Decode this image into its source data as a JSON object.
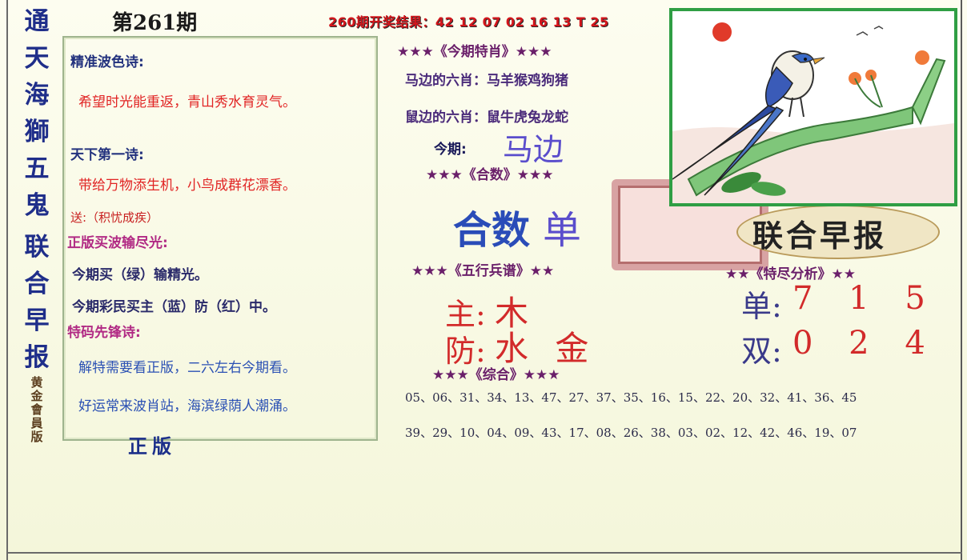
{
  "title_vertical": [
    "通",
    "天",
    "海",
    "獅",
    "五",
    "鬼",
    "联",
    "合",
    "早",
    "报"
  ],
  "title_sub": "黄金會員版",
  "issue": "第261期",
  "last_result": "260期开奖结果：42 12 07 02 16 13 T 25",
  "left": {
    "h1": "精准波色诗:",
    "poem1": "希望时光能重返，青山秀水育灵气。",
    "h2": "天下第一诗:",
    "poem2": "带给万物添生机，小鸟成群花漂香。",
    "gift": "送:（积忧成疾）",
    "h3": "正版买波输尽光:",
    "line1": "今期买（绿）输精光。",
    "line2": "今期彩民买主（蓝）防（红）中。",
    "h4": "特码先锋诗:",
    "poem3": "解特需要看正版，二六左右今期看。",
    "poem4": "好运常来波肖站，海滨绿荫人潮涌。",
    "caption": "正版"
  },
  "mid": {
    "t1": "★★★《今期特肖》★★★",
    "ma": "马边的六肖：马羊猴鸡狗猪",
    "shu": "鼠边的六肖：鼠牛虎兔龙蛇",
    "jinqi_label": "今期:",
    "jinqi_value": "马边",
    "t2": "★★★《合数》★★★",
    "heshu_label": "合数",
    "heshu_value": "单",
    "t3": "★★★《五行兵谱》★★",
    "zhu_label": "主:",
    "zhu_value": "木",
    "fang_label": "防:",
    "fang_value": "水 金",
    "t4": "★★★《综合》★★★",
    "row1": "05、06、31、34、13、47、27、37、35、16、15、22、20、32、41、36、45",
    "row2": "39、29、10、04、09、43、17、08、26、38、03、02、12、42、46、19、07"
  },
  "right": {
    "brand": "联合早报",
    "t": "★★《特尽分析》★★",
    "dan_label": "单:",
    "dan_value": "7 1 5",
    "shuang_label": "双:",
    "shuang_value": "0 2 4"
  },
  "colors": {
    "accent_red": "#d22a2a",
    "title_blue": "#1f2e8a",
    "frame_green": "#2f9e44"
  }
}
